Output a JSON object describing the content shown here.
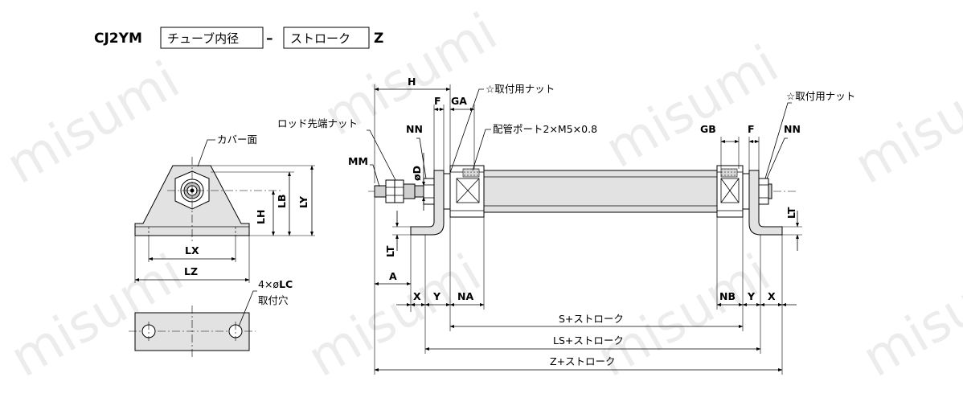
{
  "title": {
    "model": "CJ2YM",
    "box1": "チューブ内径",
    "dash": "–",
    "box2": "ストローク",
    "suffix": "Z"
  },
  "watermark": "misumi",
  "front_view": {
    "cover_face": "カバー面",
    "lx": "LX",
    "lz": "LZ",
    "lh": "LH",
    "lb": "LB",
    "ly": "LY"
  },
  "bottom_view": {
    "hole_count": "4×ø",
    "hole_dim": "LC",
    "hole_name": "取付穴"
  },
  "side_view": {
    "rod_end_nut": "ロッド先端ナット",
    "mount_nut_left": "☆取付用ナット",
    "mount_nut_right": "☆取付用ナット",
    "piping_port": "配管ポート2×M5×0.8",
    "h": "H",
    "f_left": "F",
    "ga": "GA",
    "nn_left": "NN",
    "od": "øD",
    "mm": "MM",
    "lt_left": "LT",
    "a": "A",
    "x_left": "X",
    "y_left": "Y",
    "na": "NA",
    "gb": "GB",
    "f_right": "F",
    "nn_right": "NN",
    "lt_right": "LT",
    "nb": "NB",
    "y_right": "Y",
    "x_right": "X",
    "s": "S+ストローク",
    "ls": "LS+ストローク",
    "z": "Z+ストローク"
  }
}
